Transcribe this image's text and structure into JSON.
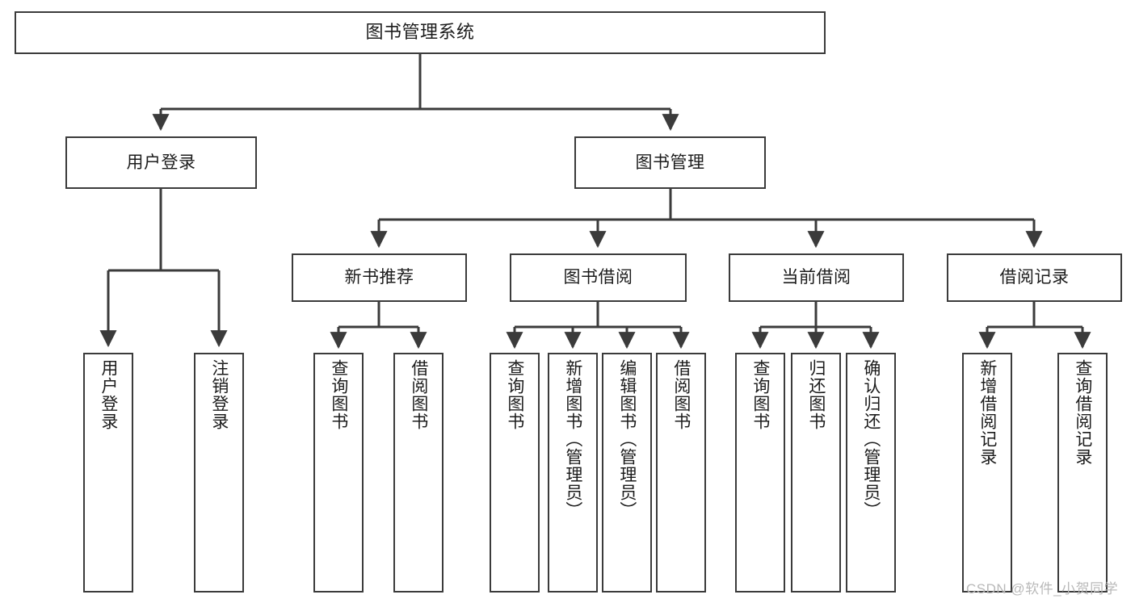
{
  "diagram": {
    "title": "图书管理系统",
    "type": "hierarchy-tree",
    "root": {
      "label": "图书管理系统"
    },
    "level2": [
      {
        "label": "用户登录"
      },
      {
        "label": "图书管理"
      }
    ],
    "level3": [
      {
        "label": "新书推荐"
      },
      {
        "label": "图书借阅"
      },
      {
        "label": "当前借阅"
      },
      {
        "label": "借阅记录"
      }
    ],
    "leaves": {
      "user_login": [
        {
          "label": "用户登录"
        },
        {
          "label": "注销登录"
        }
      ],
      "new_book_recommend": [
        {
          "label": "查询图书"
        },
        {
          "label": "借阅图书"
        }
      ],
      "book_borrow": [
        {
          "label": "查询图书"
        },
        {
          "label": "新增图书（管理员）"
        },
        {
          "label": "编辑图书（管理员）"
        },
        {
          "label": "借阅图书"
        }
      ],
      "current_borrow": [
        {
          "label": "查询图书"
        },
        {
          "label": "归还图书"
        },
        {
          "label": "确认归还（管理员）"
        }
      ],
      "borrow_records": [
        {
          "label": "新增借阅记录"
        },
        {
          "label": "查询借阅记录"
        }
      ]
    },
    "watermark": "CSDN @软件_小贺同学",
    "colors": {
      "border": "#3b3b3b",
      "background": "#ffffff",
      "text": "#1c1c1c",
      "watermark": "#b9b9b9"
    }
  }
}
